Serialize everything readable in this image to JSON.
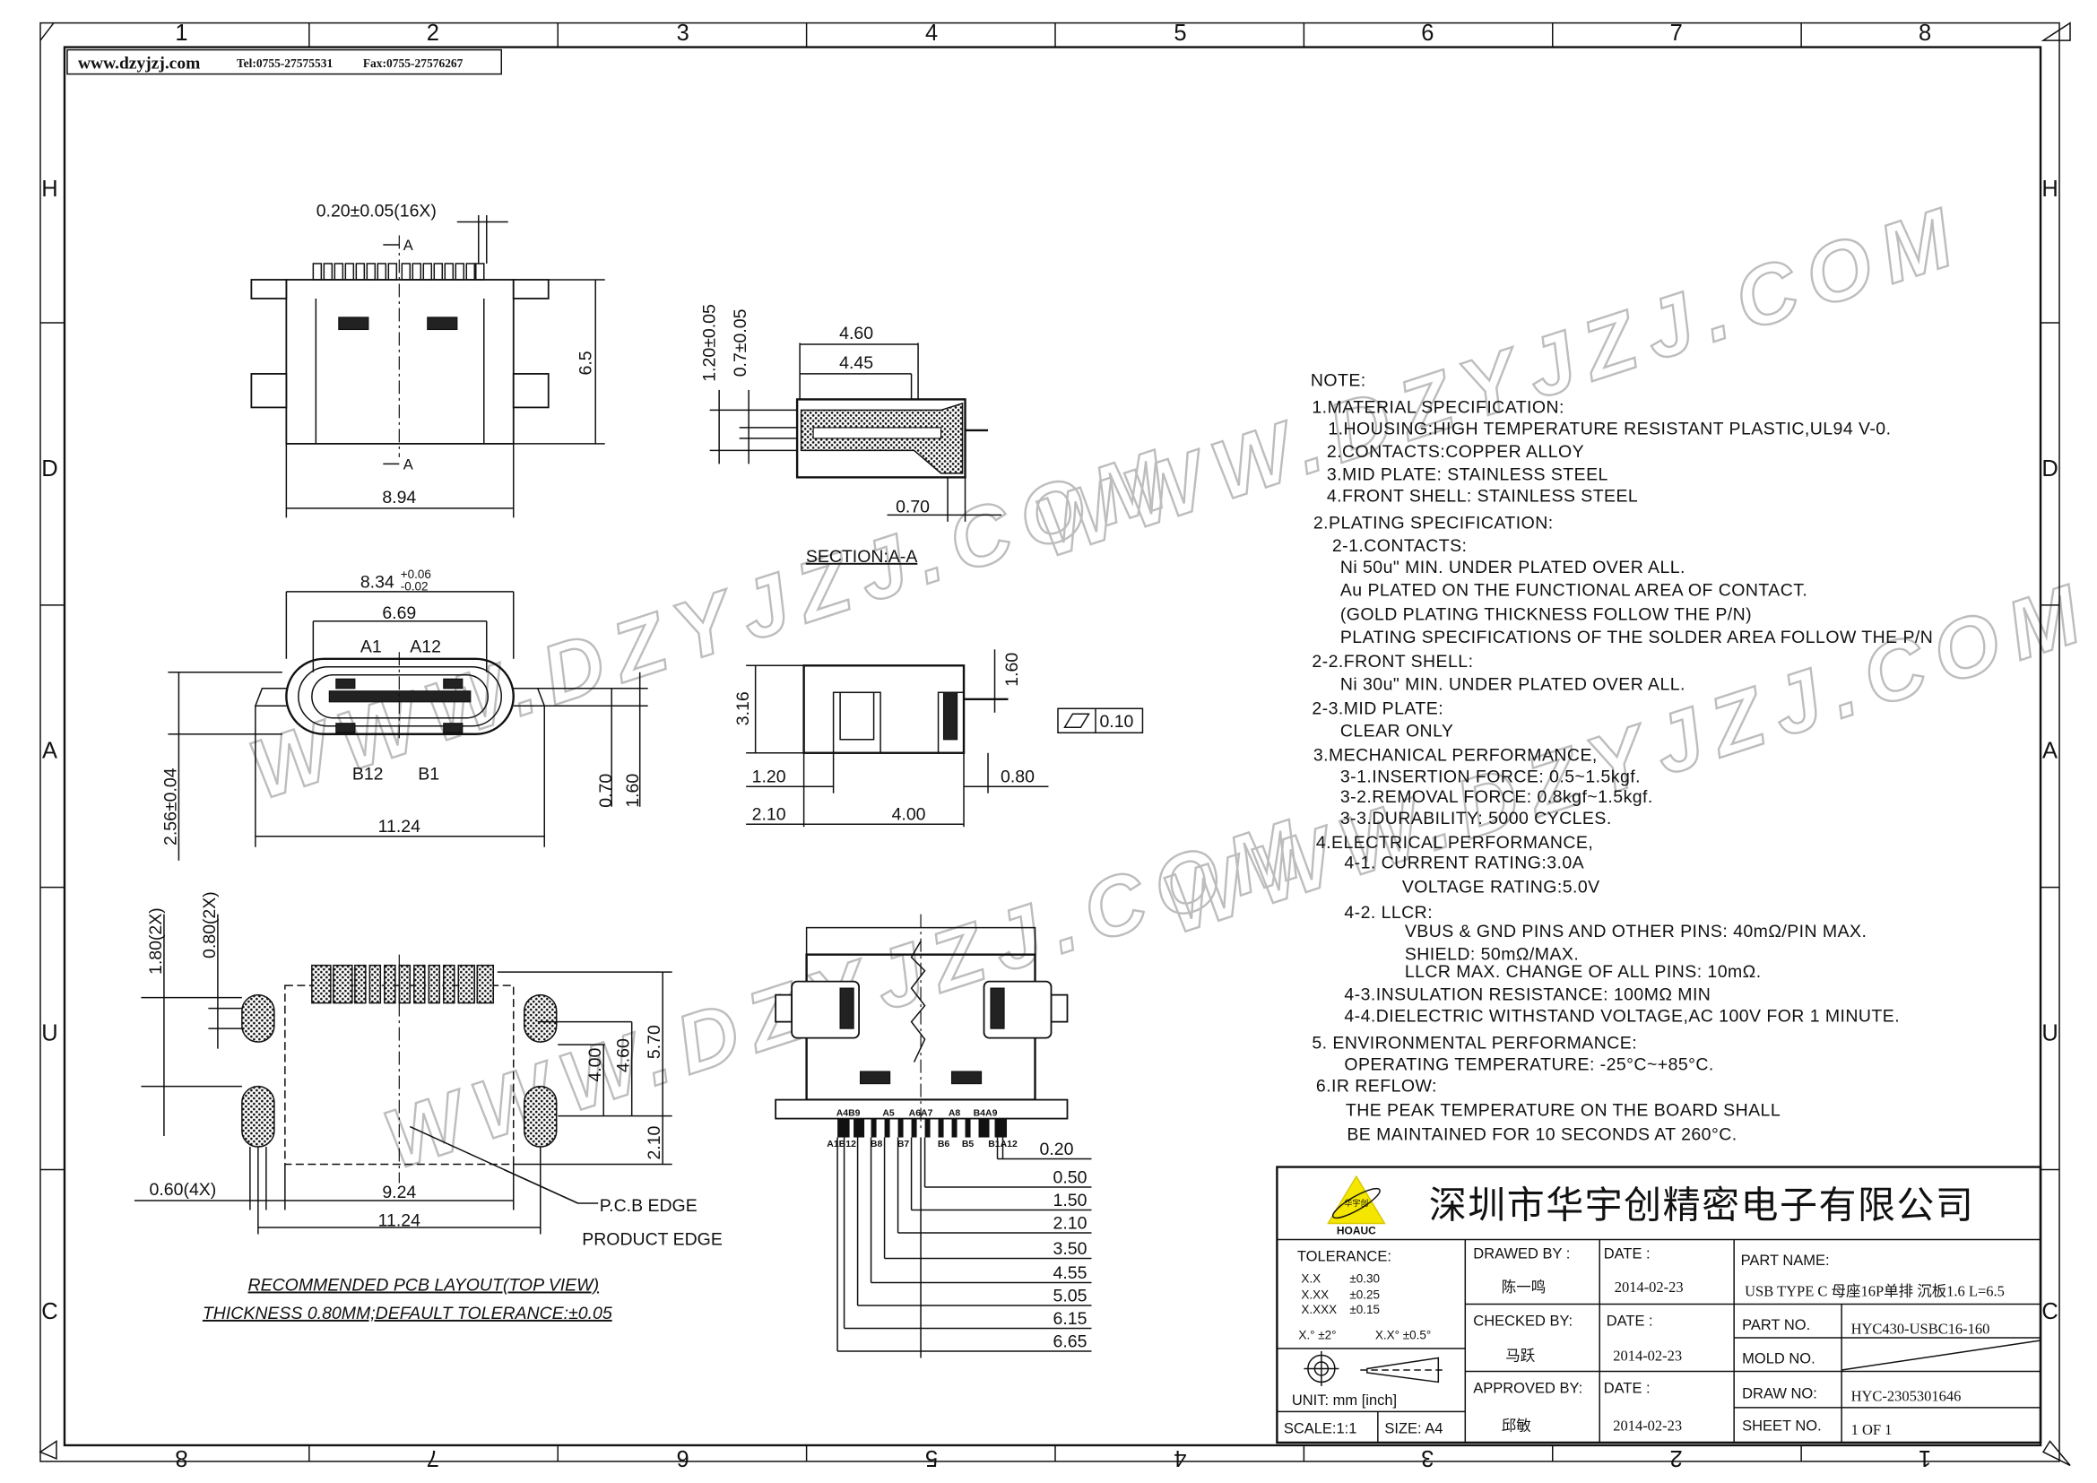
{
  "header": {
    "website": "www.dzyjzj.com",
    "tel": "Tel:0755-27575531",
    "fax": "Fax:0755-27576267"
  },
  "frame": {
    "top_zones": [
      "1",
      "2",
      "3",
      "4",
      "5",
      "6",
      "7",
      "8"
    ],
    "bottom_zones": [
      "8",
      "7",
      "6",
      "5",
      "4",
      "3",
      "2",
      "1"
    ],
    "side_zones": [
      "H",
      "D",
      "A",
      "U",
      "C"
    ]
  },
  "watermark": "WWW.DZYJZJ.COM",
  "views": {
    "top": {
      "pin_width": "0.20±0.05(16X)",
      "section_mark": "A",
      "height": "6.5",
      "width": "8.94"
    },
    "front": {
      "outer_width": "8.34",
      "tol_plus": "+0.06",
      "tol_minus": "-0.02",
      "inner_width": "6.69",
      "pin_a1": "A1",
      "pin_a12": "A12",
      "pin_b12": "B12",
      "pin_b1": "B1",
      "overall_width": "11.24",
      "height": "2.56±0.04",
      "dim_070": "0.70",
      "dim_160": "1.60"
    },
    "section": {
      "len_460": "4.60",
      "len_445": "4.45",
      "h_120": "1.20±0.05",
      "h_07": "0.7±0.05",
      "d_070": "0.70",
      "title": "SECTION:A-A"
    },
    "side": {
      "h_316": "3.16",
      "h_160": "1.60",
      "flatness": "0.10",
      "d_120": "1.20",
      "d_080": "0.80",
      "d_210": "2.10",
      "d_400": "4.00"
    },
    "pcb": {
      "d_180": "1.80(2X)",
      "d_080": "0.80(2X)",
      "d_400": "4.00",
      "d_460": "4.60",
      "d_570": "5.70",
      "d_210": "2.10",
      "d_060": "0.60(4X)",
      "d_924": "9.24",
      "d_1124": "11.24",
      "pcb_edge": "P.C.B EDGE",
      "product_edge": "PRODUCT EDGE",
      "title": "RECOMMENDED PCB LAYOUT(TOP VIEW)",
      "subtitle": "THICKNESS 0.80MM;DEFAULT TOLERANCE:±0.05"
    },
    "bottom": {
      "top_pins": [
        "A4B9",
        "A5",
        "A6A7",
        "A8",
        "B4A9"
      ],
      "bottom_pins": [
        "A1B12",
        "B8",
        "B7",
        "B6",
        "B5",
        "B1A12"
      ],
      "dims": [
        "0.20",
        "0.50",
        "1.50",
        "2.10",
        "3.50",
        "4.55",
        "5.05",
        "6.15",
        "6.65"
      ]
    }
  },
  "notes": {
    "title": "NOTE:",
    "lines": [
      "1.MATERIAL  SPECIFICATION:",
      "1.HOUSING:HIGH  TEMPERATURE  RESISTANT  PLASTIC,UL94  V-0.",
      "2.CONTACTS:COPPER  ALLOY",
      "3.MID  PLATE:  STAINLESS  STEEL",
      "4.FRONT  SHELL:  STAINLESS  STEEL",
      "2.PLATING  SPECIFICATION:",
      "2-1.CONTACTS:",
      "Ni  50u\"  MIN.  UNDER  PLATED  OVER  ALL.",
      "Au  PLATED  ON  THE  FUNCTIONAL  AREA  OF  CONTACT.",
      "(GOLD  PLATING  THICKNESS  FOLLOW  THE  P/N)",
      "PLATING  SPECIFICATIONS  OF  THE  SOLDER  AREA  FOLLOW  THE  P/N",
      "2-2.FRONT  SHELL:",
      "Ni  30u\"  MIN.  UNDER  PLATED  OVER  ALL.",
      "2-3.MID  PLATE:",
      "CLEAR  ONLY",
      "3.MECHANICAL  PERFORMANCE,",
      "3-1.INSERTION  FORCE:  0.5~1.5kgf.",
      "3-2.REMOVAL  FORCE:  0.8kgf~1.5kgf.",
      "3-3.DURABILITY:  5000  CYCLES.",
      "4.ELECTRICAL  PERFORMANCE,",
      "4-1.  CURRENT  RATING:3.0A",
      "VOLTAGE  RATING:5.0V",
      "4-2.  LLCR:",
      "VBUS  &  GND  PINS  AND  OTHER  PINS:  40mΩ/PIN  MAX.",
      "SHIELD:  50mΩ/MAX.",
      "LLCR  MAX.  CHANGE  OF  ALL  PINS:  10mΩ.",
      "4-3.INSULATION  RESISTANCE:  100MΩ    MIN",
      "4-4.DIELECTRIC  WITHSTAND  VOLTAGE,AC  100V  FOR  1  MINUTE.",
      "5.  ENVIRONMENTAL  PERFORMANCE:",
      "OPERATING  TEMPERATURE:  -25°C~+85°C.",
      "6.IR  REFLOW:",
      "THE  PEAK  TEMPERATURE  ON  THE  BOARD  SHALL",
      "BE  MAINTAINED  FOR  10  SECONDS  AT  260°C."
    ]
  },
  "title_block": {
    "logo_text": "HOAUC",
    "logo_cn": "华宇创",
    "company": "深圳市华宇创精密电子有限公司",
    "tolerance_label": "TOLERANCE:",
    "tolerances": [
      [
        "X.X",
        "±0.30"
      ],
      [
        "X.XX",
        "±0.25"
      ],
      [
        "X.XXX",
        "±0.15"
      ]
    ],
    "angle_tol": [
      "X.° ±2°",
      "X.X° ±0.5°"
    ],
    "unit": "UNIT:  mm  [inch]",
    "scale": "SCALE:1:1",
    "size": "SIZE:  A4",
    "drawed_by_label": "DRAWED  BY :",
    "drawed_by": "陈一鸣",
    "checked_by_label": "CHECKED  BY:",
    "checked_by": "马跃",
    "approved_by_label": "APPROVED  BY:",
    "approved_by": "邱敏",
    "date_label": "DATE  :",
    "date_drawn": "2014-02-23",
    "date_checked": "2014-02-23",
    "date_approved": "2014-02-23",
    "part_name_label": "PART  NAME:",
    "part_name": "USB TYPE C 母座16P单排 沉板1.6 L=6.5",
    "part_no_label": "PART  NO.",
    "part_no": "HYC430-USBC16-160",
    "mold_no_label": "MOLD  NO.",
    "draw_no_label": "DRAW  NO:",
    "draw_no": "HYC-2305301646",
    "sheet_no_label": "SHEET  NO.",
    "sheet_no": "1  OF  1"
  }
}
